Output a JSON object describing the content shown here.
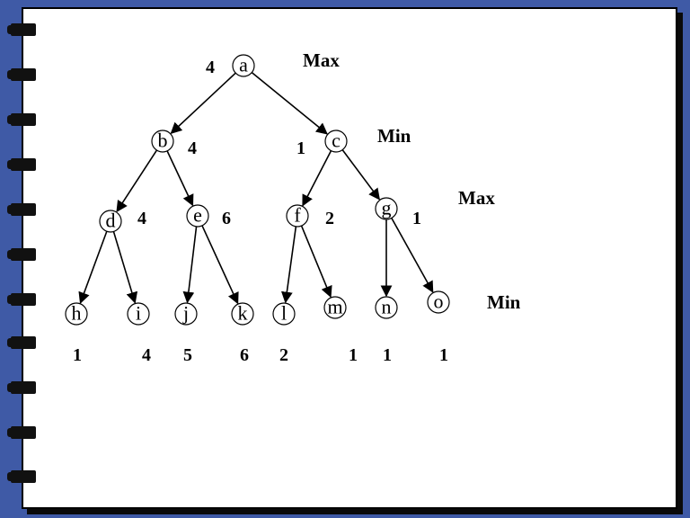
{
  "diagram": {
    "nodes": [
      {
        "id": "a",
        "label": "a",
        "value": "4"
      },
      {
        "id": "b",
        "label": "b",
        "value": "4"
      },
      {
        "id": "c",
        "label": "c",
        "value": "1"
      },
      {
        "id": "d",
        "label": "d",
        "value": "4"
      },
      {
        "id": "e",
        "label": "e",
        "value": "6"
      },
      {
        "id": "f",
        "label": "f",
        "value": "2"
      },
      {
        "id": "g",
        "label": "g",
        "value": "1"
      },
      {
        "id": "h",
        "label": "h",
        "value": "1"
      },
      {
        "id": "i",
        "label": "i",
        "value": "4"
      },
      {
        "id": "j",
        "label": "j",
        "value": "5"
      },
      {
        "id": "k",
        "label": "k",
        "value": "6"
      },
      {
        "id": "l",
        "label": "l",
        "value": "2"
      },
      {
        "id": "m",
        "label": "m",
        "value": "1"
      },
      {
        "id": "n",
        "label": "n",
        "value": "1"
      },
      {
        "id": "o",
        "label": "o",
        "value": "1"
      }
    ],
    "edges": [
      [
        "a",
        "b"
      ],
      [
        "a",
        "c"
      ],
      [
        "b",
        "d"
      ],
      [
        "b",
        "e"
      ],
      [
        "c",
        "f"
      ],
      [
        "c",
        "g"
      ],
      [
        "d",
        "h"
      ],
      [
        "d",
        "i"
      ],
      [
        "e",
        "j"
      ],
      [
        "e",
        "k"
      ],
      [
        "f",
        "l"
      ],
      [
        "f",
        "m"
      ],
      [
        "g",
        "n"
      ],
      [
        "g",
        "o"
      ]
    ],
    "levels": [
      "Max",
      "Min",
      "Max",
      "Min"
    ]
  },
  "colors": {
    "background": "#3f5aa6",
    "page": "#ffffff",
    "ink": "#000000"
  }
}
